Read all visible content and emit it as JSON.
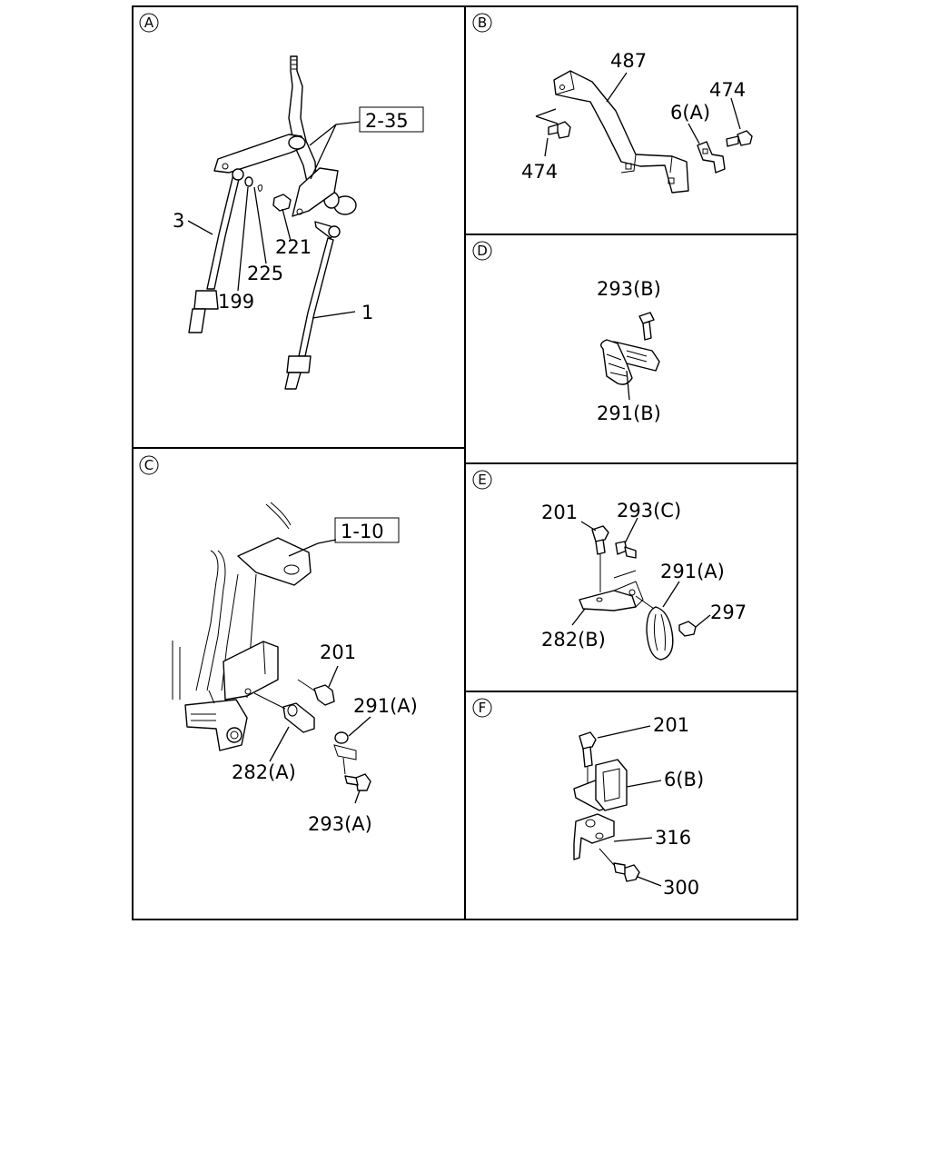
{
  "panels": {
    "A": {
      "marker": "A",
      "refs": {
        "r1": "2-35"
      },
      "labels": {
        "l1": "3",
        "l2": "225",
        "l3": "199",
        "l4": "221",
        "l5": "1"
      }
    },
    "B": {
      "marker": "B",
      "labels": {
        "l1": "487",
        "l2": "474",
        "l3": "6(A)",
        "l4": "474"
      }
    },
    "C": {
      "marker": "C",
      "refs": {
        "r1": "1-10"
      },
      "labels": {
        "l1": "201",
        "l2": "291(A)",
        "l3": "282(A)",
        "l4": "293(A)"
      }
    },
    "D": {
      "marker": "D",
      "labels": {
        "l1": "293(B)",
        "l2": "291(B)"
      }
    },
    "E": {
      "marker": "E",
      "labels": {
        "l1": "201",
        "l2": "293(C)",
        "l3": "291(A)",
        "l4": "297",
        "l5": "282(B)"
      }
    },
    "F": {
      "marker": "F",
      "labels": {
        "l1": "201",
        "l2": "6(B)",
        "l3": "316",
        "l4": "300"
      }
    }
  }
}
